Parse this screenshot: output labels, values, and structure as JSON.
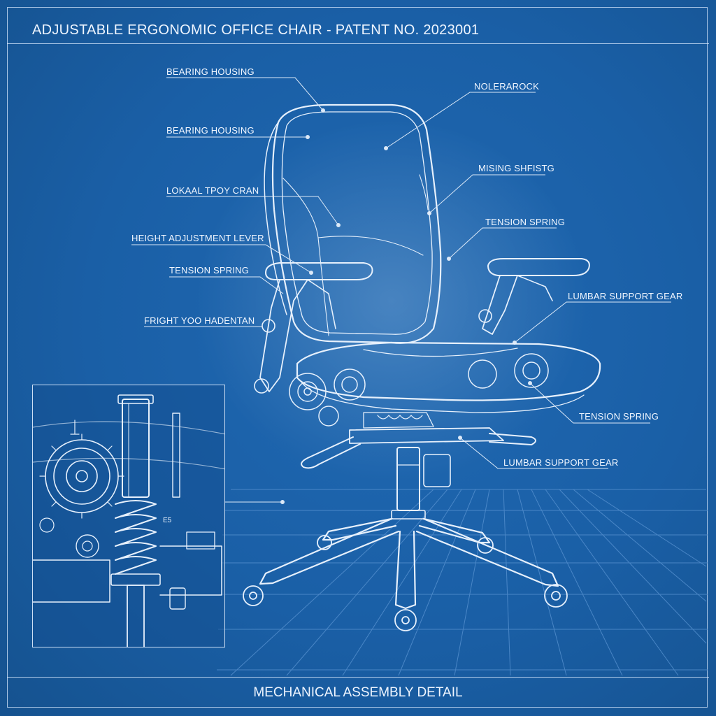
{
  "title": "ADJUSTABLE ERGONOMIC OFFICE CHAIR - PATENT NO. 2023001",
  "footer": "MECHANICAL ASSEMBLY DETAIL",
  "colors": {
    "background": "#1a5fa6",
    "linework": "#e6f0fc",
    "grid": "#4f8ccc"
  },
  "callouts": {
    "left": [
      "BEARING HOUSING",
      "BEARING HOUSING",
      "LOKAAL TPOY CRAN",
      "HEIGHT ADJUSTMENT LEVER",
      "TENSION SPRING",
      "FRIGHT YOO HADENTAN"
    ],
    "right": [
      "NOLERAROCK",
      "MISING SHFISTG",
      "TENSION SPRING",
      "LUMBAR SUPPORT GEAR",
      "TENSION SPRING",
      "LUMBAR SUPPORT GEAR"
    ]
  },
  "inset": {
    "marking": "E5"
  }
}
